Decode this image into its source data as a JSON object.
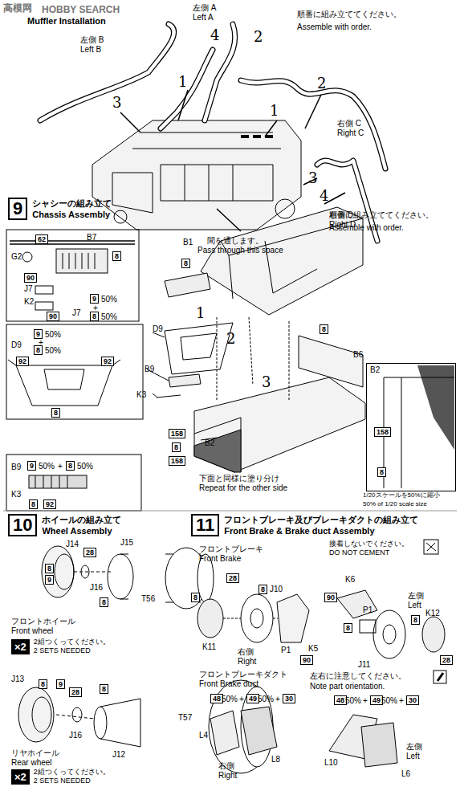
{
  "diagram": {
    "nodes": [
      {
        "text": [
          "9",
          "シャシーの組み立て",
          "Chassis Assembly"
        ]
      },
      {
        "text": [
          "B2"
        ]
      },
      {
        "text": [
          "10",
          "ホイールの組み立て",
          "Wheel Assembly"
        ]
      },
      {
        "text": [
          "×2",
          "2組つくってください。",
          "2 SETS NEEDED"
        ]
      },
      {
        "text": [
          "×2",
          "2組つくってください。",
          "2 SETS NEEDED"
        ]
      },
      {
        "text": [
          "11",
          "フロントブレーキ及びブレーキダクトの組み立て",
          "Front Brake & Brake duct Assembly"
        ]
      },
      {
        "text": [
          "接着しないでください。",
          "DO NOT CEMENT"
        ]
      }
    ],
    "labels": [
      "高模网",
      "HOBBY SEARCH",
      "Muffler Installation",
      "左側 A",
      "Left A",
      "順番に組み立ててください。",
      "Assemble with order.",
      "左側 B",
      "Left B",
      "4",
      "2",
      "1",
      "3",
      "1",
      "2",
      "右側 C",
      "Right C",
      "3",
      "4",
      "右側 D",
      "Right D",
      "間を通します。",
      "Pass through this space",
      "順番に組み立ててください。",
      "Assemble with order.",
      "62",
      "B7",
      "G2",
      "8",
      "90",
      "J7",
      "K2",
      "90",
      "J7",
      "9",
      "50%",
      "+",
      "8",
      "50%",
      "B1",
      "8",
      "1",
      "D9",
      "2",
      "8",
      "B6",
      "3",
      "B9",
      "K3",
      "D9",
      "9",
      "50%",
      "+",
      "8",
      "50%",
      "92",
      "92",
      "8",
      "B2",
      "158",
      "8",
      "158",
      "下面と同様に塗り分け",
      "Repeat for the other side",
      "158",
      "8",
      "1/20スケールを50%に縮小",
      "50% of 1/20 scale size",
      "B9",
      "9",
      "50%",
      "+",
      "8",
      "50%",
      "K3",
      "8",
      "92",
      "J14",
      "28",
      "8",
      "9",
      "J16",
      "J15",
      "8",
      "T56",
      "フロントホイール",
      "Front wheel",
      "J13",
      "8",
      "9",
      "28",
      "J16",
      "8",
      "J12",
      "T57",
      "リヤホイール",
      "Rear wheel",
      "フロントブレーキ",
      "Front Brake",
      "28",
      "8",
      "8",
      "J10",
      "P1",
      "90",
      "K11",
      "右側",
      "Right",
      "K5",
      "K6",
      "90",
      "左側",
      "Left",
      "P1",
      "8",
      "8",
      "K12",
      "J11",
      "28",
      "フロントブレーキダクト",
      "Front Brake duct",
      "左右に注意してください。",
      "Note part orientation.",
      "48",
      "50%",
      "+",
      "49",
      "50%",
      "+",
      "30",
      "48",
      "50%",
      "+",
      "49",
      "50%",
      "+",
      "30",
      "L4",
      "L8",
      "右側",
      "Right",
      "L10",
      "左側",
      "Left",
      "L6"
    ]
  }
}
